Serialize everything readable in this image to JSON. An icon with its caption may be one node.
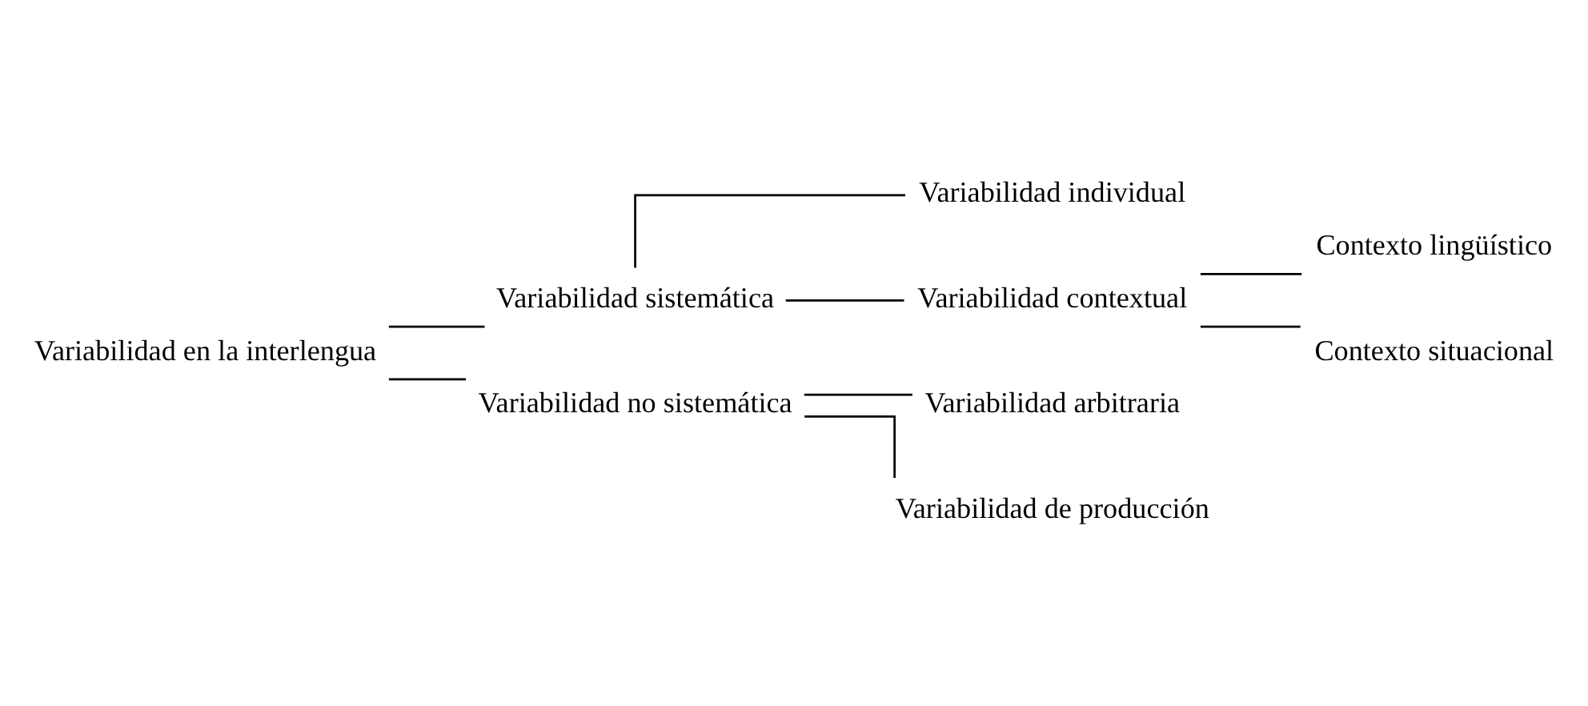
{
  "diagram": {
    "nodes": [
      {
        "text": [
          "Variabilidad en la interlengua"
        ]
      },
      {
        "text": [
          "Variabilidad sistemática"
        ]
      },
      {
        "text": [
          "Variabilidad no sistemática"
        ]
      },
      {
        "text": [
          "Variabilidad individual"
        ]
      },
      {
        "text": [
          "Variabilidad contextual"
        ]
      },
      {
        "text": [
          "Contexto lingüístico"
        ]
      },
      {
        "text": [
          "Contexto situacional"
        ]
      },
      {
        "text": [
          "Variabilidad arbitraria"
        ]
      },
      {
        "text": [
          "Variabilidad de producción"
        ]
      }
    ],
    "edges": [
      {
        "from": 0,
        "to": 1,
        "arrow": "none"
      },
      {
        "from": 0,
        "to": 2,
        "arrow": "none"
      },
      {
        "from": 1,
        "to": 3,
        "arrow": "none"
      },
      {
        "from": 1,
        "to": 4,
        "arrow": "none"
      },
      {
        "from": 4,
        "to": 5,
        "arrow": "none"
      },
      {
        "from": 4,
        "to": 6,
        "arrow": "none"
      },
      {
        "from": 2,
        "to": 7,
        "arrow": "none"
      },
      {
        "from": 2,
        "to": 8,
        "arrow": "none"
      }
    ]
  }
}
